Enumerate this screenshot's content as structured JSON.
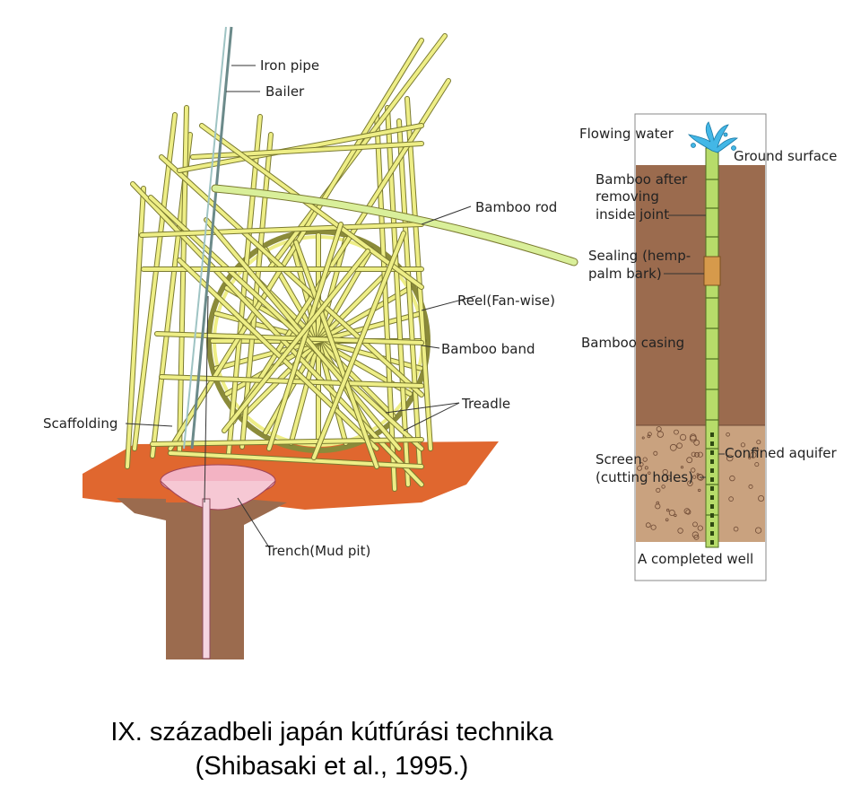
{
  "labels": {
    "iron_pipe": "Iron pipe",
    "bailer": "Bailer",
    "bamboo_rod": "Bamboo rod",
    "reel": "Reel(Fan-wise)",
    "bamboo_band": "Bamboo band",
    "treadle": "Treadle",
    "scaffolding": "Scaffolding",
    "trench": "Trench(Mud pit)",
    "flowing_water": "Flowing water",
    "ground_surface": "Ground surface",
    "bamboo_after_1": "Bamboo after",
    "bamboo_after_2": "removing",
    "bamboo_after_3": "inside joint",
    "sealing_1": "Sealing (hemp-",
    "sealing_2": "palm bark)",
    "bamboo_casing": "Bamboo casing",
    "screen_1": "Screen",
    "screen_2": "(cutting holes)",
    "confined_aquifer": "Confined aquifer",
    "completed_well": "A completed well"
  },
  "caption": {
    "line1": "IX. századbeli japán kútfúrási technika",
    "line2": "(Shibasaki et al., 1995.)"
  },
  "colors": {
    "bamboo": "#eeee86",
    "bamboo_edge": "#7a7a30",
    "ground_top": "#e0672f",
    "soil": "#9b6b4e",
    "soil_dark": "#8a5a40",
    "aquifer": "#c9a27f",
    "mud_pit": "#f3b3c3",
    "water": "#43b7e6"
  }
}
